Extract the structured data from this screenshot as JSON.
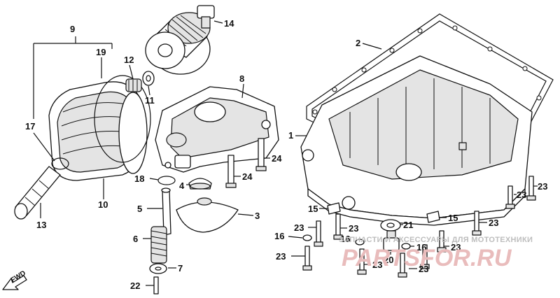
{
  "callouts": {
    "c1": "1",
    "c2": "2",
    "c3": "3",
    "c4": "4",
    "c5": "5",
    "c6": "6",
    "c7": "7",
    "c8": "8",
    "c9": "9",
    "c10": "10",
    "c11": "11",
    "c12": "12",
    "c13": "13",
    "c14": "14",
    "c15a": "15",
    "c15b": "15",
    "c16a": "16",
    "c16b": "16",
    "c16c": "16",
    "c17": "17",
    "c18": "18",
    "c19": "19",
    "c20": "20",
    "c21": "21",
    "c22": "22",
    "c23a": "23",
    "c23b": "23",
    "c23c": "23",
    "c23d": "23",
    "c23e": "23",
    "c23f": "23",
    "c23g": "23",
    "c23h": "23",
    "c23i": "23",
    "c24a": "24",
    "c24b": "24"
  },
  "fwd_label": "FWD",
  "watermark": {
    "text": "ЗАПЧАСТИ И АКСЕССУАРЫ ДЛЯ МОТОТЕХНИКИ",
    "logo": "PARTSFOR.RU"
  }
}
